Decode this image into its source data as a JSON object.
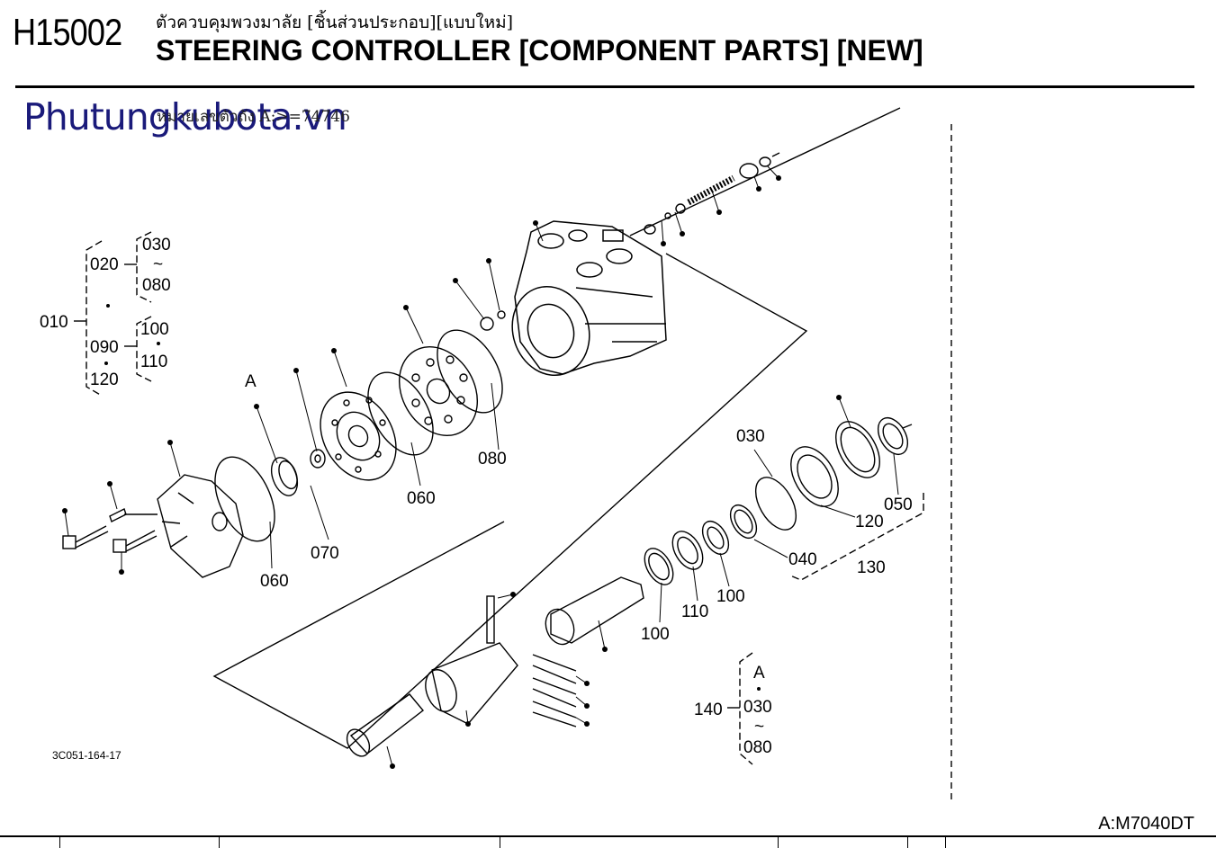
{
  "header": {
    "code": "H15002",
    "title_thai": "ตัวควบคุมพวงมาลัย [ชิ้นส่วนประกอบ][แบบใหม่]",
    "title_en": "STEERING CONTROLLER [COMPONENT PARTS] [NEW]"
  },
  "watermark": "Phutungkubota.vn",
  "serial_note": "หมายเลขตัวถัง A:>=74746",
  "drawing_number": "3C051-164-17",
  "model": "A:M7040DT",
  "part_labels": {
    "l010": "010",
    "l020": "020",
    "l030a": "030",
    "l080a": "080",
    "l090": "090",
    "l100a": "100",
    "l110a": "110",
    "l120a": "120",
    "lA1": "A",
    "l060a": "060",
    "l070": "070",
    "l060b": "060",
    "l080b": "080",
    "l030b": "030",
    "l040": "040",
    "l050": "050",
    "l120b": "120",
    "l130": "130",
    "l100b": "100",
    "l110b": "110",
    "l100c": "100",
    "l140": "140",
    "lA2": "A",
    "l030c": "030",
    "l080c": "080"
  }
}
